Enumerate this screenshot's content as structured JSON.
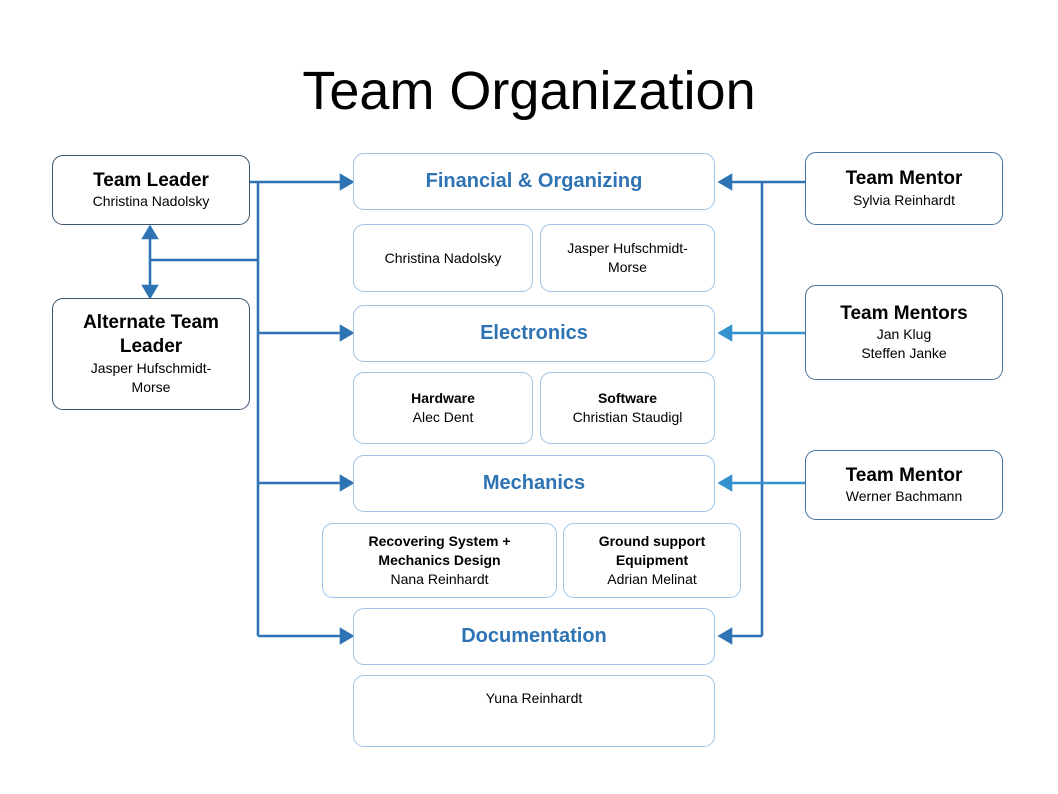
{
  "title": "Team Organization",
  "colors": {
    "dept_title_blue": "#2e74b5",
    "arrow_blue": "#2e74b5",
    "arrow_light_blue": "#3391d0",
    "dept_border": "#9dc3e6",
    "leader_border": "#3a546e",
    "mentor_border": "#41719c"
  },
  "leaders": {
    "team_leader": {
      "title": "Team Leader",
      "name": "Christina Nadolsky"
    },
    "alternate": {
      "title": "Alternate Team Leader",
      "name": "Jasper Hufschmidt-Morse"
    }
  },
  "departments": {
    "financial": {
      "title": "Financial & Organizing",
      "member1": {
        "name": "Christina Nadolsky"
      },
      "member2": {
        "name": "Jasper Hufschmidt-Morse"
      }
    },
    "electronics": {
      "title": "Electronics",
      "member1": {
        "role": "Hardware",
        "name": "Alec Dent"
      },
      "member2": {
        "role": "Software",
        "name": "Christian Staudigl"
      }
    },
    "mechanics": {
      "title": "Mechanics",
      "member1": {
        "role": "Recovering System + Mechanics Design",
        "name": "Nana Reinhardt"
      },
      "member2": {
        "role": "Ground support Equipment",
        "name": "Adrian Melinat"
      }
    },
    "documentation": {
      "title": "Documentation",
      "member1": {
        "name": "Yuna Reinhardt"
      }
    }
  },
  "mentors": {
    "financial": {
      "title": "Team Mentor",
      "name1": "Sylvia Reinhardt"
    },
    "electronics": {
      "title": "Team Mentors",
      "name1": "Jan Klug",
      "name2": "Steffen Janke"
    },
    "mechanics": {
      "title": "Team Mentor",
      "name1": "Werner Bachmann"
    }
  }
}
